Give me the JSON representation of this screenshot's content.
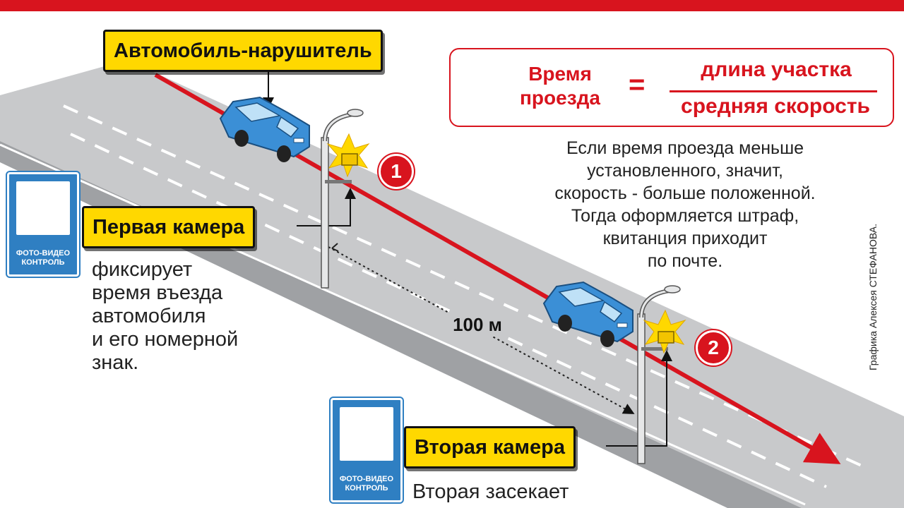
{
  "labels": {
    "violator_car": "Автомобиль-нарушитель",
    "first_camera": "Первая камера",
    "second_camera": "Вторая камера",
    "distance": "100 м",
    "marker_1": "1",
    "marker_2": "2"
  },
  "formula": {
    "left_line_1": "Время",
    "left_line_2": "проезда",
    "equals": "=",
    "numerator": "длина участка",
    "denominator": "средняя скорость"
  },
  "explanation": [
    "Если время проезда меньше",
    "установленного, значит,",
    "скорость - больше положенной.",
    "Тогда оформляется штраф,",
    "квитанция приходит",
    "по почте."
  ],
  "first_camera_desc": [
    "фиксирует",
    "время въезда",
    "автомобиля",
    "и его номерной",
    "знак."
  ],
  "second_camera_desc": "Вторая засекает",
  "sign": {
    "line_1": "ФОТО-ВИДЕО",
    "line_2": "КОНТРОЛЬ"
  },
  "credit": "Графика Алексея СТЕФАНОВА.",
  "colors": {
    "accent_red": "#d8141e",
    "label_yellow": "#ffd800",
    "road_gray": "#c8c9cb",
    "car_blue": "#3b8fd6",
    "sign_blue": "#2f7fc2"
  },
  "icons": [
    "clock-icon",
    "camera-icon",
    "street-lamp-icon",
    "car-icon"
  ]
}
